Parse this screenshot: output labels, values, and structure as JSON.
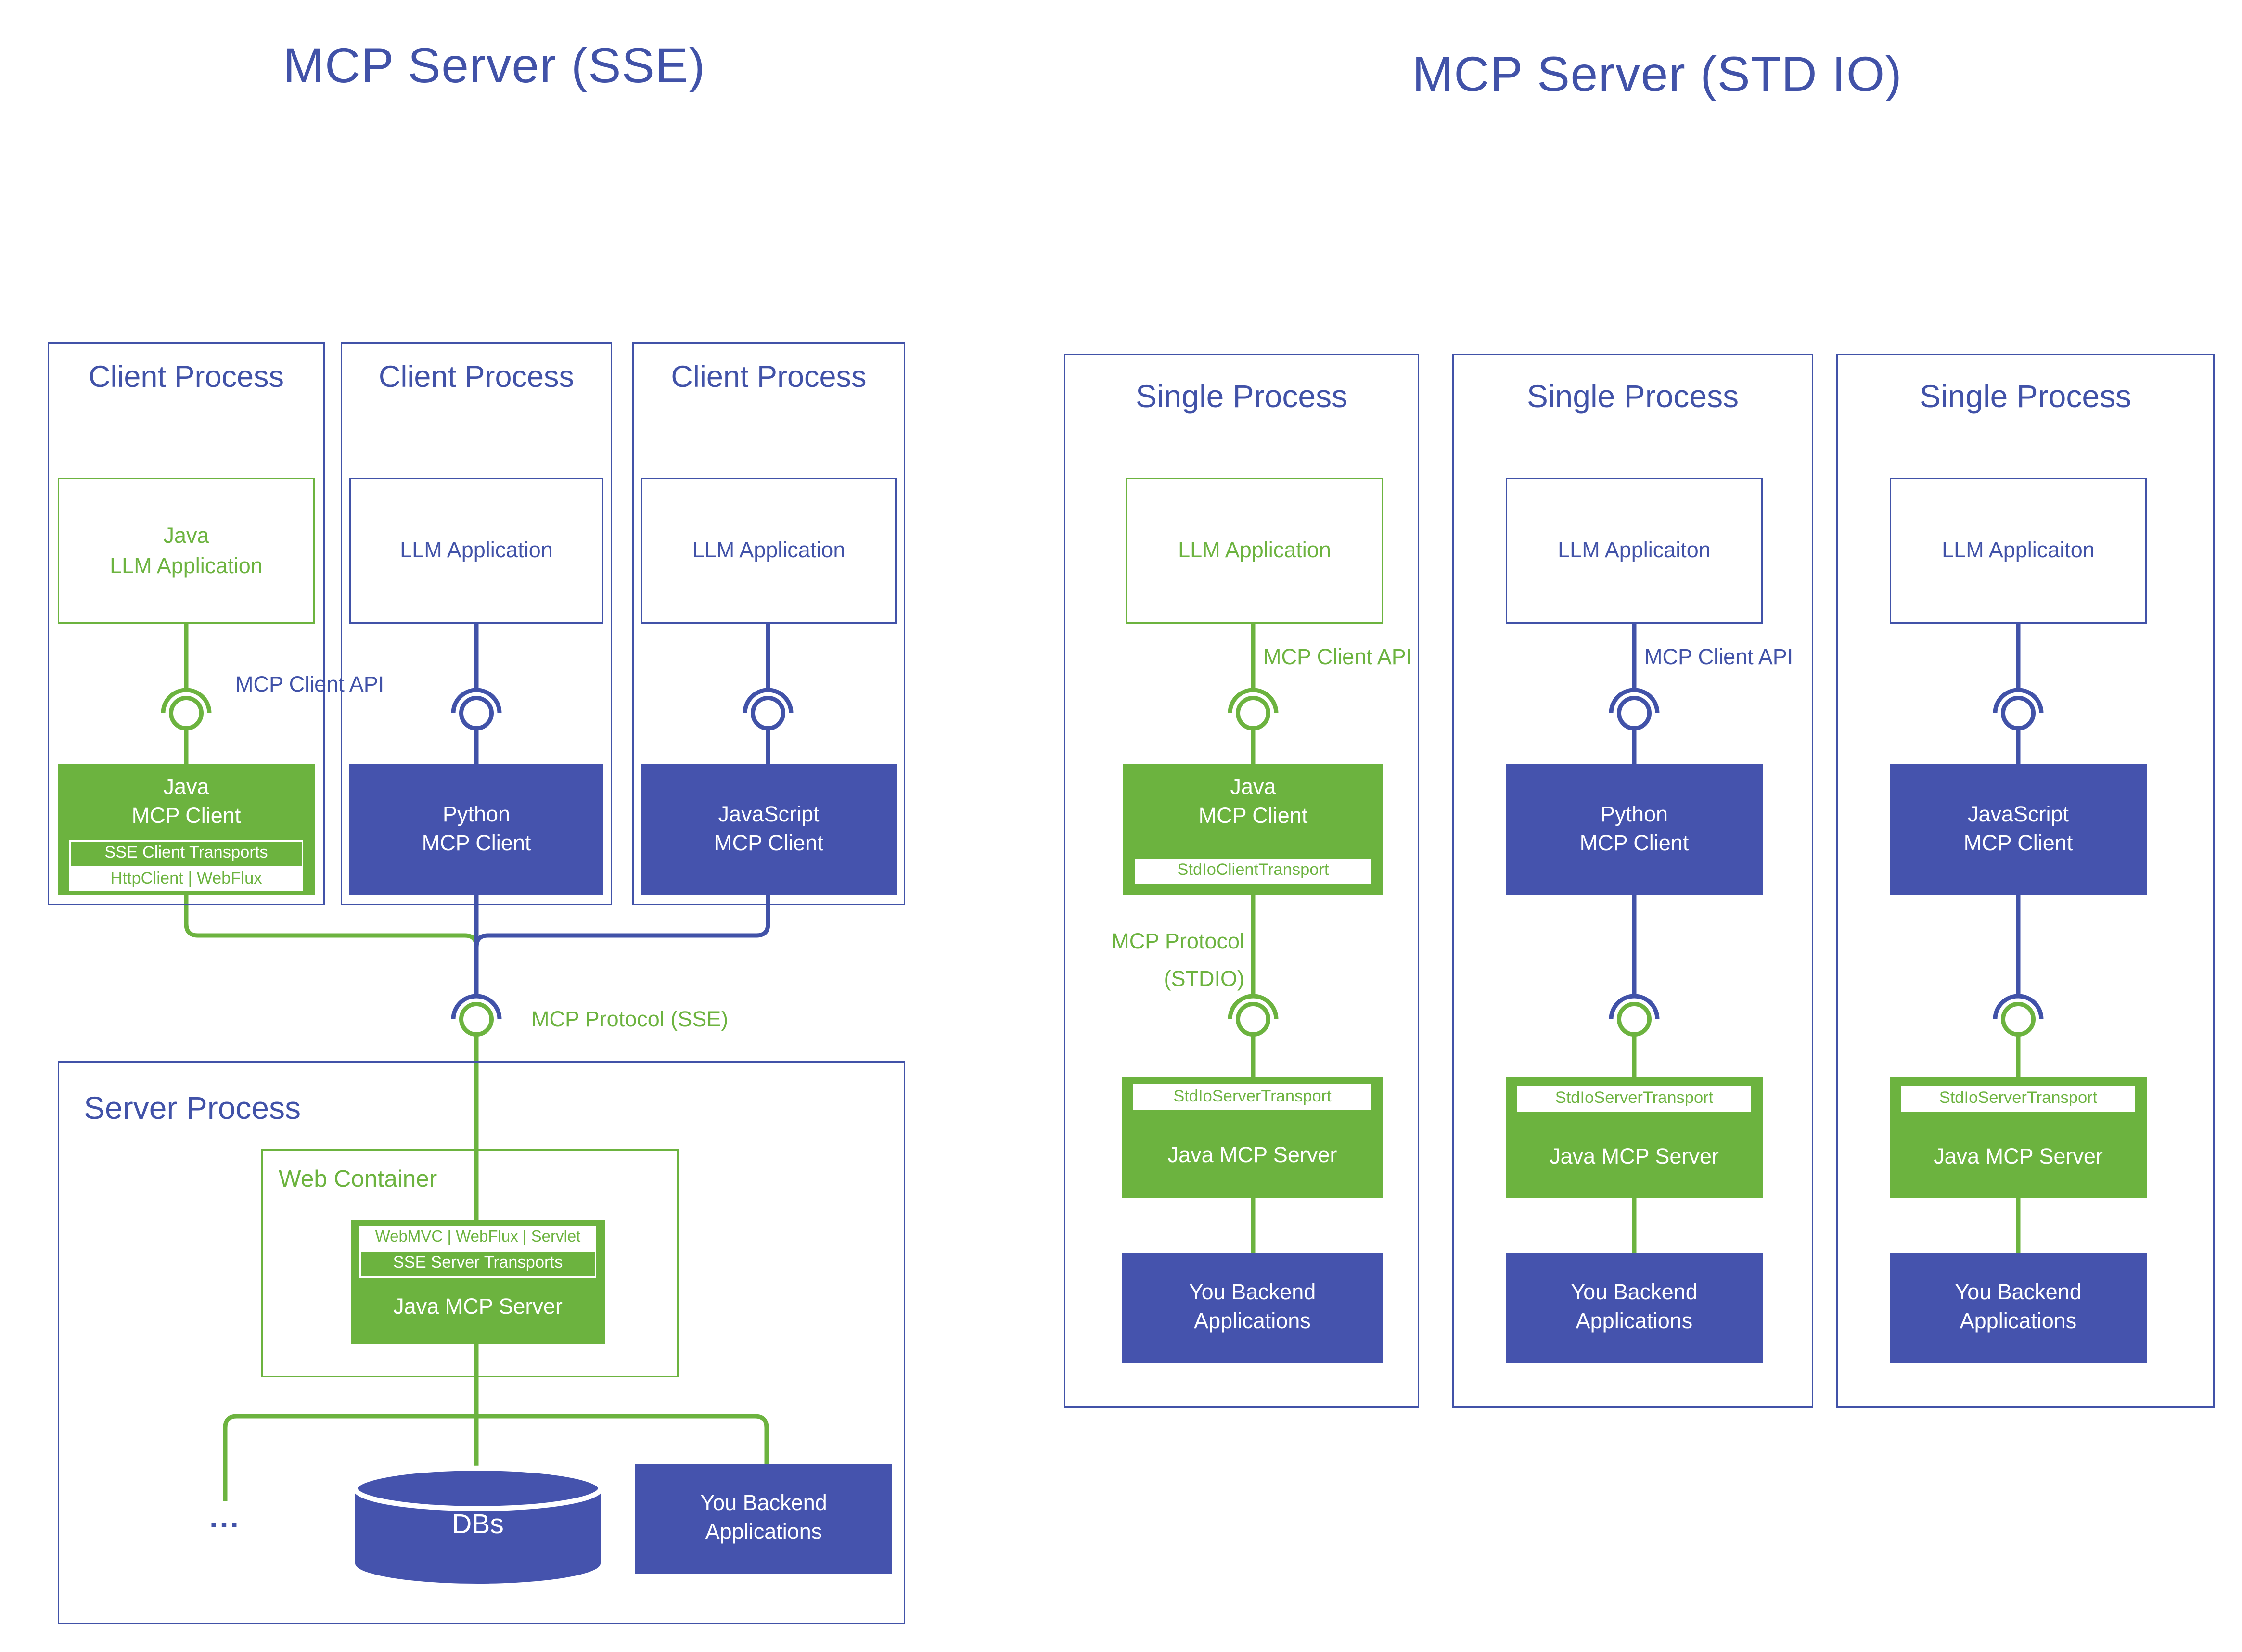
{
  "colors": {
    "blue": "#4152A8",
    "blue_fill": "#4553AD",
    "green": "#6CB33F",
    "background": "#FFFFFF"
  },
  "left": {
    "title": "MCP Server (SSE)",
    "api_label": "MCP Client API",
    "protocol_label": "MCP Protocol (SSE)",
    "clients": [
      {
        "process_label": "Client Process",
        "app_line1": "Java",
        "app_line2": "LLM Application",
        "client_line1": "Java",
        "client_line2": "MCP Client",
        "strip1": "SSE Client Transports",
        "strip2": "HttpClient | WebFlux"
      },
      {
        "process_label": "Client Process",
        "app_label": "LLM Application",
        "client_line1": "Python",
        "client_line2": "MCP Client"
      },
      {
        "process_label": "Client Process",
        "app_label": "LLM Application",
        "client_line1": "JavaScript",
        "client_line2": "MCP Client"
      }
    ],
    "server": {
      "process_label": "Server Process",
      "container_label": "Web Container",
      "strip1": "WebMVC | WebFlux | Servlet",
      "strip2": "SSE Server Transports",
      "label": "Java MCP Server",
      "ellipsis": "...",
      "db_label": "DBs",
      "backend_line1": "You Backend",
      "backend_line2": "Applications"
    }
  },
  "right": {
    "title": "MCP Server (STD IO)",
    "columns": [
      {
        "process_label": "Single Process",
        "app_label": "LLM Application",
        "api_label": "MCP Client API",
        "client_line1": "Java",
        "client_line2": "MCP Client",
        "client_strip": "StdIoClientTransport",
        "protocol_line1": "MCP Protocol",
        "protocol_line2": "(STDIO)",
        "server_strip": "StdIoServerTransport",
        "server_label": "Java MCP Server",
        "backend_line1": "You Backend",
        "backend_line2": "Applications"
      },
      {
        "process_label": "Single Process",
        "app_label": "LLM Applicaiton",
        "api_label": "MCP Client API",
        "client_line1": "Python",
        "client_line2": "MCP Client",
        "server_strip": "StdIoServerTransport",
        "server_label": "Java MCP Server",
        "backend_line1": "You Backend",
        "backend_line2": "Applications"
      },
      {
        "process_label": "Single Process",
        "app_label": "LLM Applicaiton",
        "client_line1": "JavaScript",
        "client_line2": "MCP Client",
        "server_strip": "StdIoServerTransport",
        "server_label": "Java MCP Server",
        "backend_line1": "You Backend",
        "backend_line2": "Applications"
      }
    ]
  }
}
